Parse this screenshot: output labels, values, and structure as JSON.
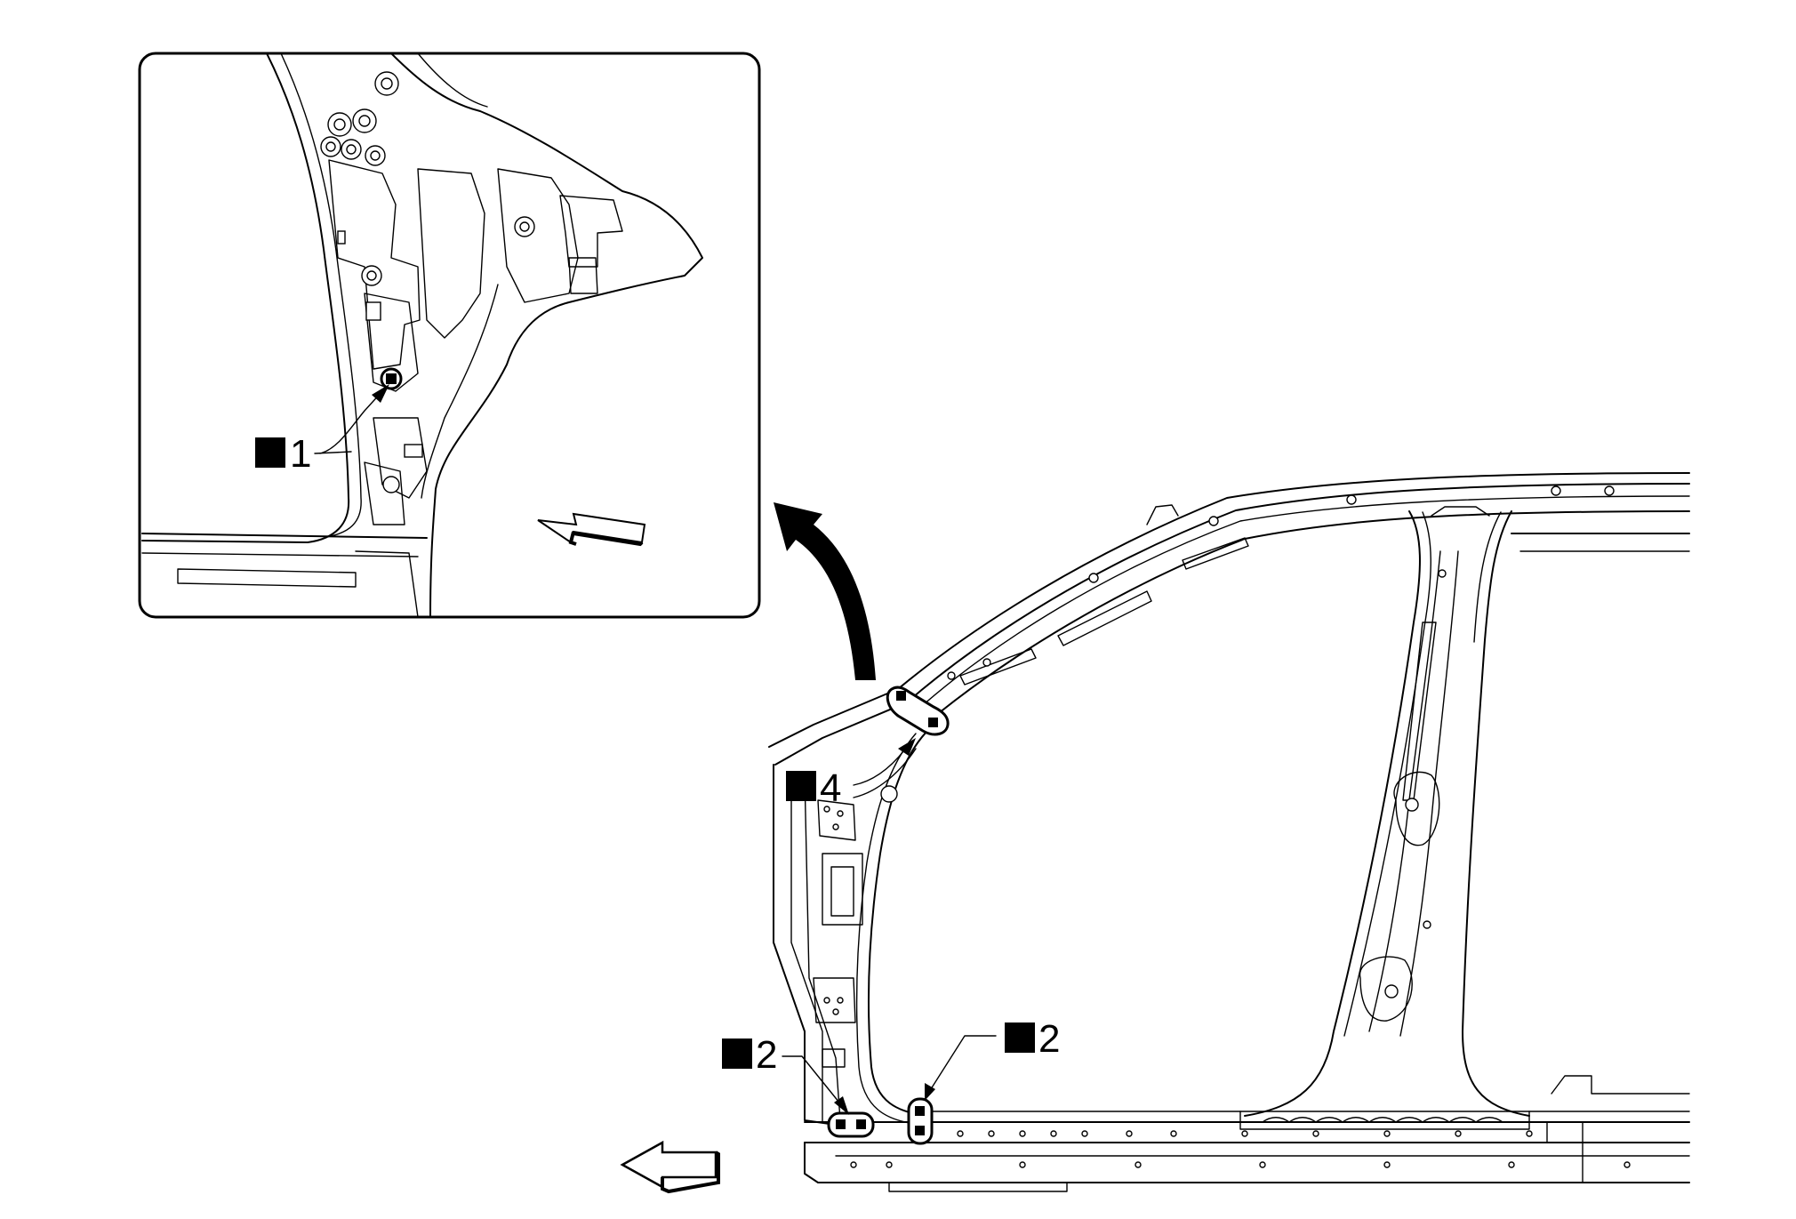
{
  "callouts": [
    {
      "id": "weld-1",
      "number": "1"
    },
    {
      "id": "weld-4",
      "number": "4"
    },
    {
      "id": "weld-2-left",
      "number": "2"
    },
    {
      "id": "weld-2-right",
      "number": "2"
    }
  ]
}
